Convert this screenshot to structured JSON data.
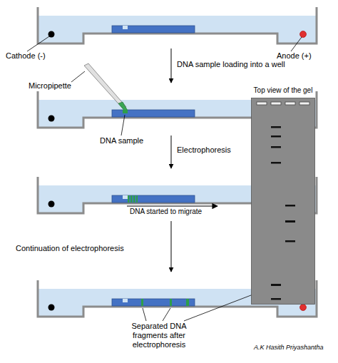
{
  "diagram": {
    "nodes": [
      {
        "text": [
          "Top view of the gel"
        ]
      }
    ],
    "labels": [
      "Cathode (-)",
      "Anode (+)",
      "DNA sample loading into a well",
      "Micropipette",
      "DNA sample",
      "Electrophoresis",
      "DNA started to migrate",
      "Continuation of electrophoresis",
      "Separated DNA fragments after electrophoresis",
      "A.K Hasith Priyashantha"
    ]
  }
}
